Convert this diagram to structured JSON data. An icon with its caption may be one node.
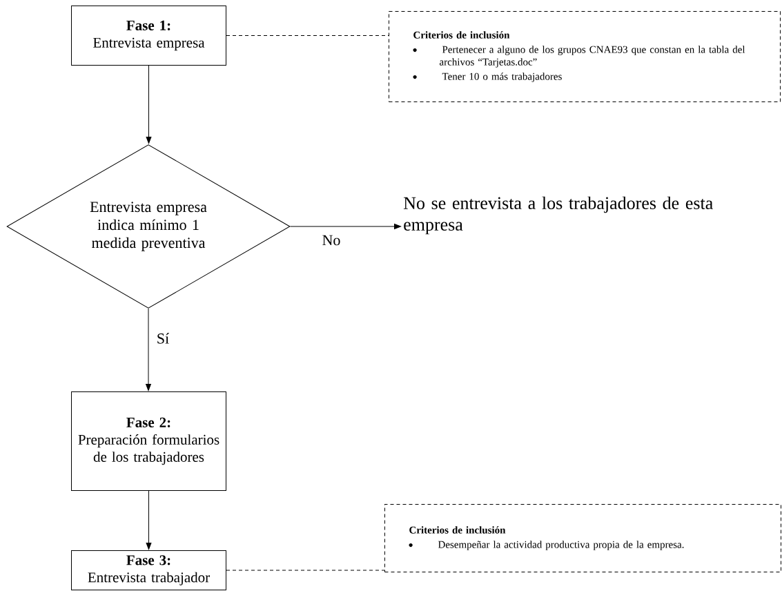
{
  "diagram": {
    "nodes": [
      {
        "text": [
          "Fase 1:",
          "Entrevista empresa"
        ]
      },
      {
        "text": [
          "Criterios de inclusión",
          "Pertenecer a alguno de los grupos CNAE93 que constan en la tabla del archivos “Tarjetas.doc”",
          "Tener 10 o más trabajadores"
        ]
      },
      {
        "text": [
          "Entrevista empresa indica mínimo 1 medida preventiva"
        ]
      },
      {
        "text": [
          "No se entrevista a los trabajadores de esta empresa"
        ]
      },
      {
        "text": [
          "Fase 2:",
          "Preparación formularios de los trabajadores"
        ]
      },
      {
        "text": [
          "Fase 3:",
          "Entrevista trabajador"
        ]
      },
      {
        "text": [
          "Criterios de inclusión",
          "Desempeñar la actividad productiva propia de la empresa."
        ]
      }
    ],
    "edges": [
      {
        "from": 0,
        "to": 1,
        "arrow": "none",
        "style": "dashed"
      },
      {
        "from": 0,
        "to": 2,
        "arrow": "to"
      },
      {
        "from": 2,
        "to": 3,
        "arrow": "to",
        "label": "No"
      },
      {
        "from": 2,
        "to": 4,
        "arrow": "to",
        "label": "Sí"
      },
      {
        "from": 4,
        "to": 5,
        "arrow": "to"
      },
      {
        "from": 5,
        "to": 6,
        "arrow": "none",
        "style": "dashed"
      }
    ]
  }
}
